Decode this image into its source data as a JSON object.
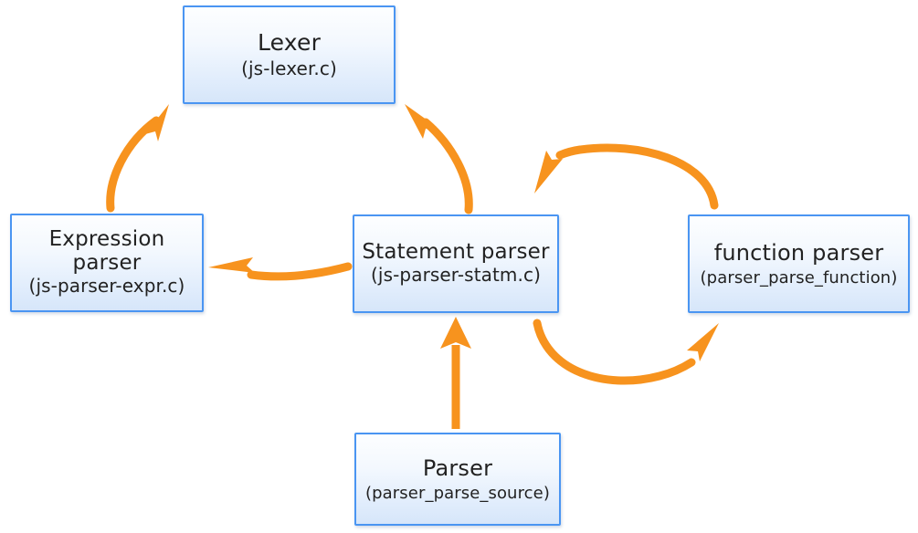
{
  "diagram": {
    "title": "JavaScript parser architecture call graph",
    "accent_color": "#f7931e",
    "node_border_color": "#4a95f2",
    "node_fill_top": "#fdfeff",
    "node_fill_bottom": "#d6e6fa",
    "text_color": "#222222",
    "background": "#ffffff"
  },
  "nodes": [
    {
      "id": "lexer",
      "title": "Lexer",
      "sub": "(js-lexer.c)"
    },
    {
      "id": "expression-parser",
      "title": "Expression parser",
      "sub": "(js-parser-expr.c)"
    },
    {
      "id": "statement-parser",
      "title": "Statement parser",
      "sub": "(js-parser-statm.c)"
    },
    {
      "id": "function-parser",
      "title": "function parser",
      "sub": "(parser_parse_function)"
    },
    {
      "id": "parser",
      "title": "Parser",
      "sub": "(parser_parse_source)"
    }
  ],
  "edges": [
    {
      "id": "expr-to-lexer",
      "from": "expression-parser",
      "to": "lexer",
      "style": "curved",
      "direction": "up-right"
    },
    {
      "id": "statm-to-lexer",
      "from": "statement-parser",
      "to": "lexer",
      "style": "curved",
      "direction": "up-left"
    },
    {
      "id": "func-to-statm",
      "from": "function-parser",
      "to": "statement-parser",
      "style": "arc-over",
      "direction": "left"
    },
    {
      "id": "statm-to-func",
      "from": "statement-parser",
      "to": "function-parser",
      "style": "arc-under",
      "direction": "right"
    },
    {
      "id": "statm-to-expr",
      "from": "statement-parser",
      "to": "expression-parser",
      "style": "slight-curve",
      "direction": "left"
    },
    {
      "id": "parser-to-statm",
      "from": "parser",
      "to": "statement-parser",
      "style": "straight",
      "direction": "up"
    }
  ]
}
